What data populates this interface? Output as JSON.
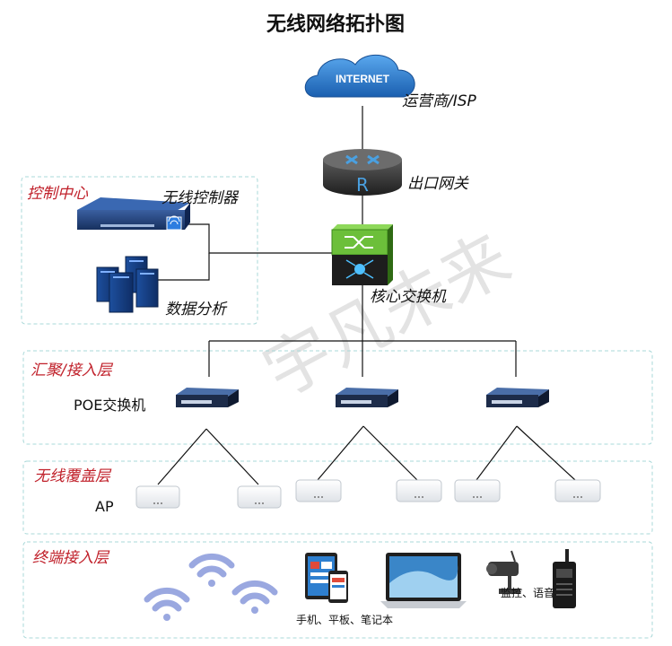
{
  "title": "无线网络拓扑图",
  "watermark": "宇凡未来",
  "nodes": {
    "internet": "INTERNET",
    "isp": "运营商/ISP",
    "router_glyph": "R",
    "gateway": "出口网关",
    "controller": "无线控制器",
    "analytics": "数据分析",
    "core_switch": "核心交换机",
    "poe_switch": "POE交换机",
    "ap": "AP",
    "devices": "手机、平板、笔记本",
    "surveillance": "监控、语音"
  },
  "layers": {
    "control": "控制中心",
    "aggregation": "汇聚/接入层",
    "wireless": "无线覆盖层",
    "terminal": "终端接入层"
  },
  "colors": {
    "layer_border": "#a8d8d8",
    "layer_title": "#c0202a",
    "cloud": "#1e6fc4",
    "core_green": "#6cbf3a",
    "wifi": "#9aa8e0"
  }
}
